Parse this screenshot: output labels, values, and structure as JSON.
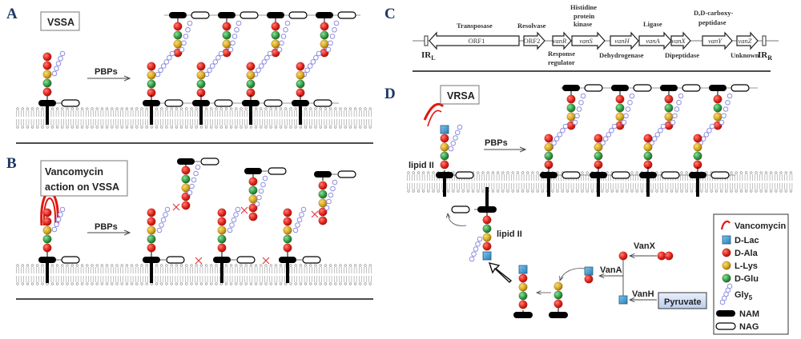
{
  "panels": {
    "A": {
      "letter": "A",
      "box_label": "VSSA",
      "arrow_label": "PBPs"
    },
    "B": {
      "letter": "B",
      "box_label_line1": "Vancomycin",
      "box_label_line2": "action on VSSA",
      "arrow_label": "PBPs"
    },
    "C": {
      "letter": "C",
      "ir_left": "IR",
      "ir_left_sub": "L",
      "ir_right": "IR",
      "ir_right_sub": "R",
      "genes": [
        {
          "name": "ORF1",
          "function": "Transposase",
          "italic": false
        },
        {
          "name": "ORF2",
          "function": "Resolvase",
          "italic": false
        },
        {
          "name": "vanR",
          "function": "Response regulator",
          "italic": true
        },
        {
          "name": "vanS",
          "function": "Histidine protein kinase",
          "italic": true
        },
        {
          "name": "vanH",
          "function": "Dehydrogenase",
          "italic": true
        },
        {
          "name": "vanA",
          "function": "Ligase",
          "italic": true
        },
        {
          "name": "vanX",
          "function": "Dipeptidase",
          "italic": true
        },
        {
          "name": "vanY",
          "function": "D,D-carboxy-peptidase",
          "italic": true
        },
        {
          "name": "vanZ",
          "function": "Unknown",
          "italic": true
        }
      ],
      "labels": {
        "transposase": "Transposase",
        "resolvase": "Resolvase",
        "hpk1": "Histidine",
        "hpk2": "protein",
        "hpk3": "kinase",
        "ligase": "Ligase",
        "ddc1": "D,D-carboxy-",
        "ddc2": "peptidase",
        "rr1": "Response",
        "rr2": "regulator",
        "dehydrogenase": "Dehydrogenase",
        "dipeptidase": "Dipeptidase",
        "unknown": "Unknown"
      }
    },
    "D": {
      "letter": "D",
      "box_label": "VRSA",
      "arrow_label": "PBPs",
      "lipid_label": "lipid II",
      "lipid_label2": "lipid II",
      "enzymes": {
        "vanX": "VanX",
        "vanA": "VanA",
        "vanH": "VanH"
      },
      "substrate": "Pyruvate"
    }
  },
  "legend": {
    "items": [
      {
        "label": "Vancomycin",
        "symbol": "vancomycin-arc"
      },
      {
        "label": "D-Lac",
        "symbol": "blue-square"
      },
      {
        "label": "D-Ala",
        "symbol": "red-circle"
      },
      {
        "label": "L-Lys",
        "symbol": "yellow-circle"
      },
      {
        "label": "D-Glu",
        "symbol": "green-circle"
      },
      {
        "label": "Gly",
        "sub": "5",
        "symbol": "chain-of-rings"
      },
      {
        "label": "NAM",
        "symbol": "black-bar"
      },
      {
        "label": "NAG",
        "symbol": "open-bar"
      }
    ]
  },
  "colors": {
    "d_ala": "#e0231c",
    "l_lys": "#d4a91f",
    "d_glu": "#2e9e45",
    "d_lac": "#3d9ad1",
    "gly": "#8f8fe0",
    "vancomycin": "#e01810",
    "nam": "#000000",
    "panel_letter": "#1f3864",
    "pyruvate_box": "#d6e2f5",
    "cross": "#e04040"
  }
}
